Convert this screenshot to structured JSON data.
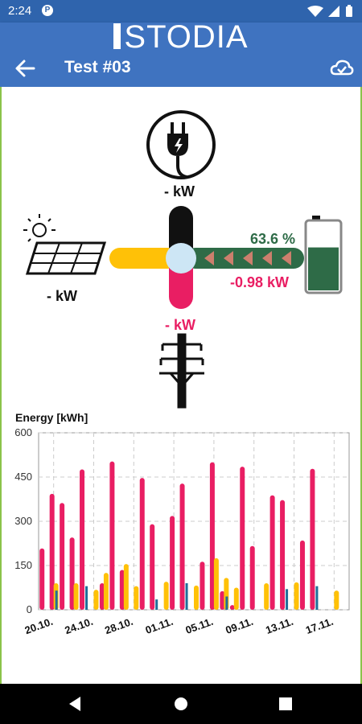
{
  "status": {
    "time": "2:24",
    "notification": "P"
  },
  "app": {
    "brand": "STODIA",
    "title": "Test #03"
  },
  "flow": {
    "grid_supply_value": "- kW",
    "solar_value": "- kW",
    "grid_value": "- kW",
    "battery_percent": "63.6 %",
    "battery_power": "-0.98 kW",
    "battery_level": 0.636,
    "colors": {
      "solar": "#ffc107",
      "battery": "#2e6b47",
      "grid": "#e91e63",
      "supply": "#111111"
    }
  },
  "chart_data": {
    "type": "bar",
    "title": "Energy [kWh]",
    "ylim": [
      0,
      600
    ],
    "yticks": [
      0,
      150,
      300,
      450,
      600
    ],
    "grid": true,
    "x": [
      "19.10.",
      "20.10.",
      "21.10.",
      "22.10.",
      "23.10.",
      "24.10.",
      "25.10.",
      "26.10.",
      "27.10.",
      "28.10.",
      "29.10.",
      "30.10.",
      "31.10.",
      "01.11.",
      "02.11.",
      "03.11.",
      "04.11.",
      "05.11.",
      "06.11.",
      "07.11.",
      "08.11.",
      "09.11.",
      "10.11.",
      "11.11.",
      "12.11.",
      "13.11.",
      "14.11.",
      "15.11.",
      "16.11.",
      "17.11.",
      "18.11."
    ],
    "xtick_labels": [
      "20.10.",
      "24.10.",
      "28.10.",
      "01.11.",
      "05.11.",
      "09.11.",
      "13.11.",
      "17.11."
    ],
    "series": [
      {
        "color": "#e91e63",
        "values": [
          208,
          393,
          362,
          245,
          476,
          0,
          90,
          503,
          135,
          0,
          447,
          290,
          0,
          318,
          428,
          0,
          163,
          500,
          63,
          16,
          485,
          216,
          0,
          388,
          372,
          0,
          235,
          478,
          0,
          0,
          0
        ]
      },
      {
        "color": "#ffc107",
        "values": [
          0,
          90,
          0,
          90,
          0,
          68,
          125,
          0,
          155,
          80,
          0,
          0,
          95,
          0,
          0,
          82,
          0,
          175,
          108,
          75,
          0,
          0,
          90,
          0,
          0,
          93,
          0,
          0,
          0,
          65,
          0
        ]
      },
      {
        "color": "#1f6f9a",
        "values": [
          0,
          65,
          0,
          0,
          80,
          0,
          0,
          0,
          0,
          0,
          0,
          35,
          0,
          0,
          90,
          0,
          0,
          0,
          45,
          0,
          0,
          0,
          0,
          0,
          70,
          0,
          0,
          80,
          0,
          0,
          0
        ]
      }
    ]
  }
}
